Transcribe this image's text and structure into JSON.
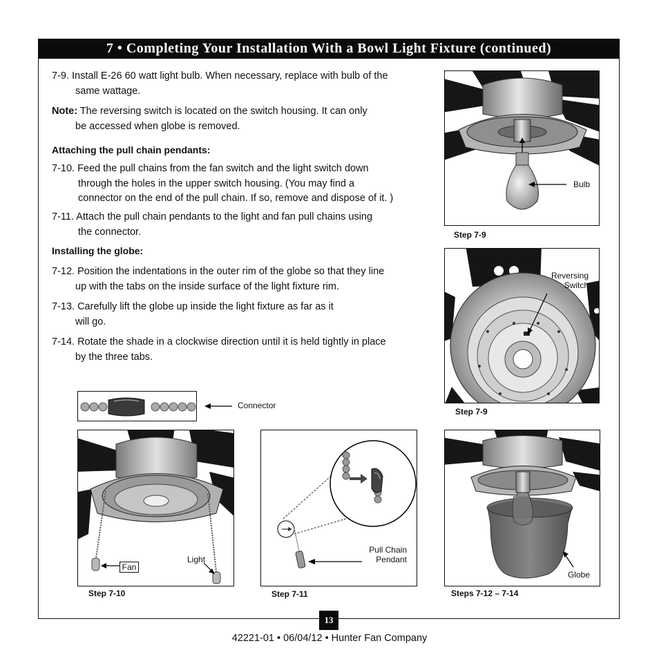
{
  "title": "7 • Completing Your Installation With a Bowl Light Fixture (continued)",
  "steps": {
    "s79_a": "7-9.  Install E-26 60 watt light bulb. When necessary, replace with bulb of the",
    "s79_b": "same wattage.",
    "note_label": "Note:",
    "note_a": " The reversing switch is located on the switch housing. It can only",
    "note_b": "be accessed when globe is removed.",
    "h_pendants": "Attaching the pull chain pendants:",
    "s710_a": "7-10.  Feed the pull chains from the fan switch and the light switch down",
    "s710_b": "through the holes in the upper switch housing. (You may find a",
    "s710_c": "connector on the end of the pull chain. If so, remove and dispose of it. )",
    "s711_a": "7-11.  Attach the pull chain pendants to the light and fan pull chains using",
    "s711_b": "the connector.",
    "h_globe": "Installing the globe:",
    "s712_a": "7-12. Position the indentations in the outer rim of the globe so that they line",
    "s712_b": "up with the tabs on the inside surface of the  light fixture rim.",
    "s713_a": "7-13. Carefully lift the globe up inside the light fixture as far as it",
    "s713_b": "will go.",
    "s714_a": "7-14. Rotate the shade in a clockwise direction until it is held tightly in place",
    "s714_b": "by the three tabs."
  },
  "figures": {
    "fig_bulb": {
      "caption": "Step 7-9",
      "label": "Bulb"
    },
    "fig_switch": {
      "caption": "Step 7-9",
      "label_a": "Reversing",
      "label_b": "Switch"
    },
    "fig_connector": {
      "label": "Connector"
    },
    "fig_chains": {
      "caption": "Step 7-10",
      "label_fan": "Fan",
      "label_light": "Light"
    },
    "fig_pendant": {
      "caption": "Step 7-11",
      "label_a": "Pull Chain",
      "label_b": "Pendant"
    },
    "fig_globe": {
      "caption": "Steps 7-12 – 7-14",
      "label": "Globe"
    }
  },
  "page_number": "13",
  "footer": "42221-01  •  06/04/12  •  Hunter Fan Company"
}
